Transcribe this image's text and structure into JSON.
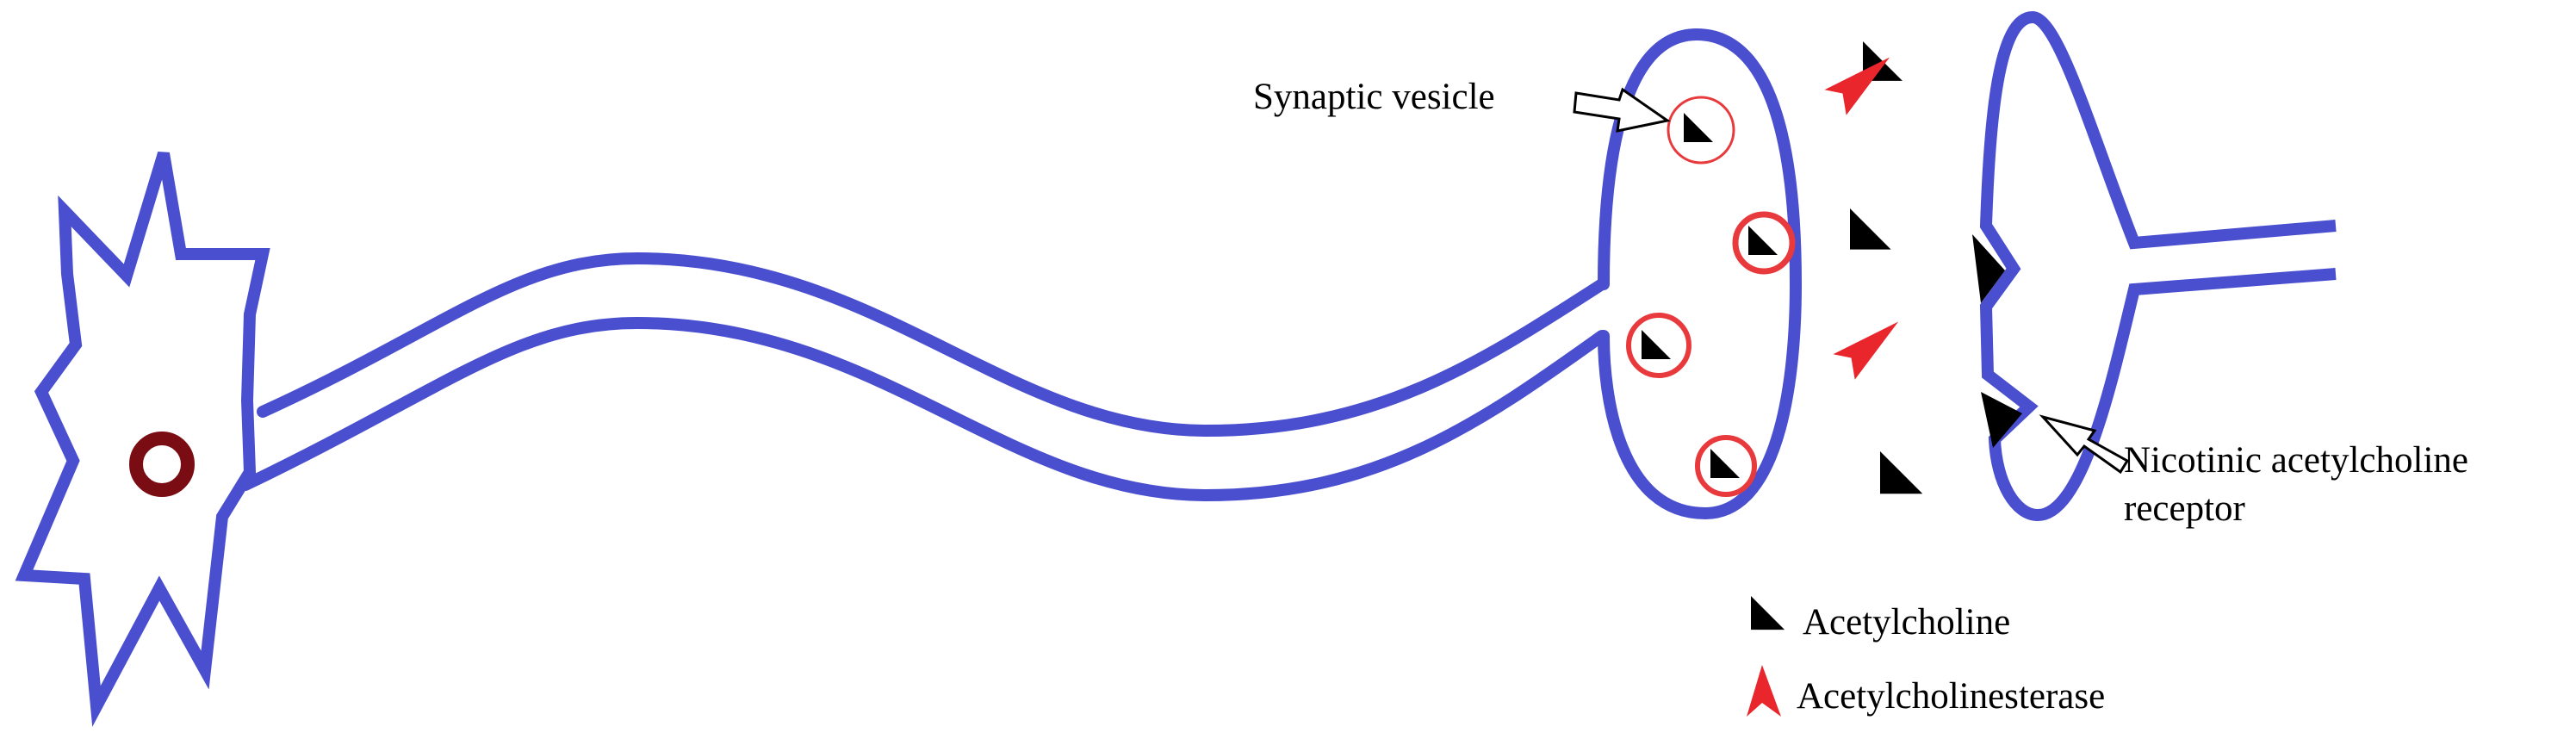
{
  "labels": {
    "synaptic_vesicle": "Synaptic vesicle",
    "receptor_line1": "Nicotinic acetylcholine",
    "receptor_line2": "receptor"
  },
  "legend": {
    "acetylcholine": "Acetylcholine",
    "acetylcholinesterase": "Acetylcholinesterase"
  },
  "colors": {
    "membrane": "#4a4fcf",
    "nucleus": "#7a0c14",
    "vesicle": "#e8393c",
    "acetylcholine": "#000000",
    "acetylcholinesterase": "#e8262b",
    "text": "#000000"
  },
  "icons": {
    "acetylcholine": "black-right-triangle",
    "acetylcholinesterase": "red-arrowhead",
    "pointer": "white-arrow"
  }
}
